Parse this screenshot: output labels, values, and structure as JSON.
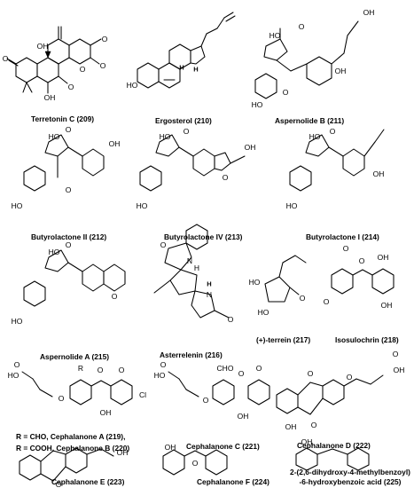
{
  "compounds": [
    {
      "id": "terretonin-c",
      "name": "Terretonin C",
      "num": "(209)"
    },
    {
      "id": "ergosterol",
      "name": "Ergosterol",
      "num": "(210)"
    },
    {
      "id": "aspernolide-b",
      "name": "Aspernolide B",
      "num": "(211)"
    },
    {
      "id": "butyrolactone-ii",
      "name": "Butyrolactone II",
      "num": "(212)"
    },
    {
      "id": "butyrolactone-iv",
      "name": "Butyrolactone IV",
      "num": "(213)"
    },
    {
      "id": "butyrolactone-i",
      "name": "Butyrolactone I",
      "num": "(214)"
    },
    {
      "id": "aspernolide-a",
      "name": "Aspernolide A",
      "num": "(215)"
    },
    {
      "id": "asterrelenin",
      "name": "Asterrelenin",
      "num": "(216)"
    },
    {
      "id": "terrein",
      "name": "(+)-terrein",
      "num": "(217)"
    },
    {
      "id": "isosulochrin",
      "name": "Isosulochrin",
      "num": "(218)"
    },
    {
      "id": "cephalanone-c",
      "name": "Cephalanone C",
      "num": "(221)"
    },
    {
      "id": "cephalanone-d",
      "name": "Cephalanone D",
      "num": "(222)"
    },
    {
      "id": "cephalanone-e",
      "name": "Cephalanone E",
      "num": "(223)"
    },
    {
      "id": "cephalanone-f",
      "name": "Cephalanone F",
      "num": "(224)"
    }
  ],
  "cephalanone_ab": {
    "line1": "R = CHO, Cephalanone A (219),",
    "line2": "R = COOH, Cephalanone B (220)"
  },
  "acid225": {
    "line1": "2-(2,6-dihydroxy-4-methylbenzoyl)",
    "line2": "-6-hydroxybenzoic acid (225)"
  },
  "atoms": {
    "O": "O",
    "OH": "OH",
    "HO": "HO",
    "H": "H",
    "N": "N",
    "R": "R",
    "Cl": "Cl",
    "CHO": "CHO"
  }
}
